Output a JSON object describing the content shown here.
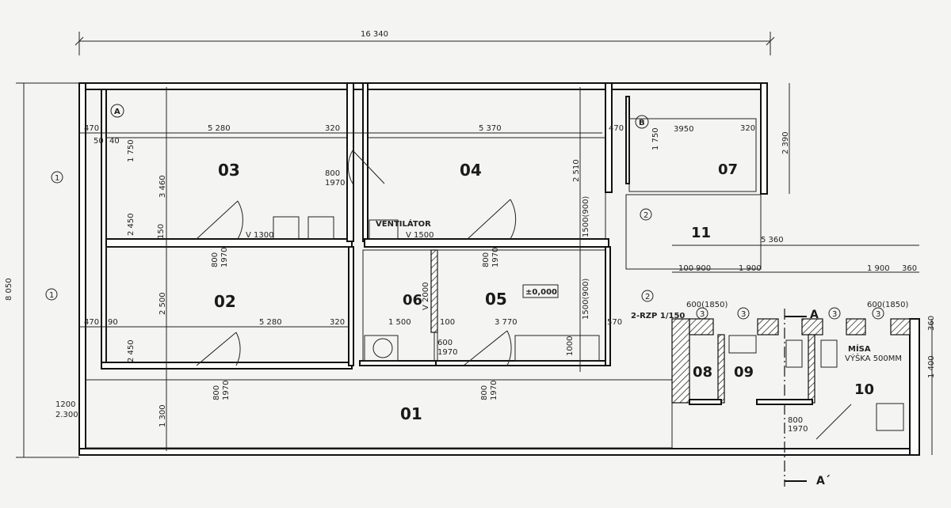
{
  "rooms": [
    {
      "id": "01"
    },
    {
      "id": "02"
    },
    {
      "id": "03"
    },
    {
      "id": "04"
    },
    {
      "id": "05"
    },
    {
      "id": "06"
    },
    {
      "id": "07"
    },
    {
      "id": "08"
    },
    {
      "id": "09"
    },
    {
      "id": "10"
    },
    {
      "id": "11"
    }
  ],
  "dimensions": {
    "overall_width": "16 340",
    "overall_height": "8 050",
    "right_wing": "5 360",
    "room03_width": "5 280",
    "room02_width": "5 280",
    "room04_width": "5 370",
    "room07_width": "3950",
    "room05_width": "3 770",
    "room06_width": "1 500",
    "h_3460": "3 460",
    "h_2450_a": "2 450",
    "h_2500": "2 500",
    "h_2450_b": "2 450",
    "h_1300": "1 300",
    "h_2510": "2 510",
    "h_2390": "2 390",
    "h_1750_a": "1 750",
    "h_1750_b": "1 750",
    "h_1400": "1 400",
    "seg_1900_a": "1 900",
    "seg_1900_b": "1 900",
    "seg_900": "900",
    "seg_100": "100",
    "seg_360": "360",
    "v_320": "320",
    "v_470": "470",
    "v_50": "50",
    "v_40": "40",
    "v_90": "90",
    "v_150": "150",
    "v_570": "570",
    "v_1200": "1200",
    "v_2300": "2.300",
    "v_1000": "1000"
  },
  "doors": {
    "d_800_1970": "800",
    "d_1970": "1970",
    "d_600": "600"
  },
  "labels": {
    "ventilator": "VENTILÁTOR",
    "v1300": "V 1300",
    "v1500": "V 1500",
    "v2000": "V 2000",
    "zero_level": "±0,000",
    "rzp": "2-RZP 1/150",
    "misa": "MÍSA",
    "vyska": "VÝŠKA 500MM",
    "section_a": "A",
    "section_a_prime": "A´",
    "axis_A": "A",
    "axis_B": "B",
    "window_type_1": "1",
    "window_type_2": "2",
    "window_type_3": "3",
    "mark_600_1850": "600(1850)",
    "mark_1500_900": "1500(900)"
  },
  "colors": {
    "ink": "#111111",
    "paper": "#f4f4f2",
    "hatch": "#333333"
  }
}
